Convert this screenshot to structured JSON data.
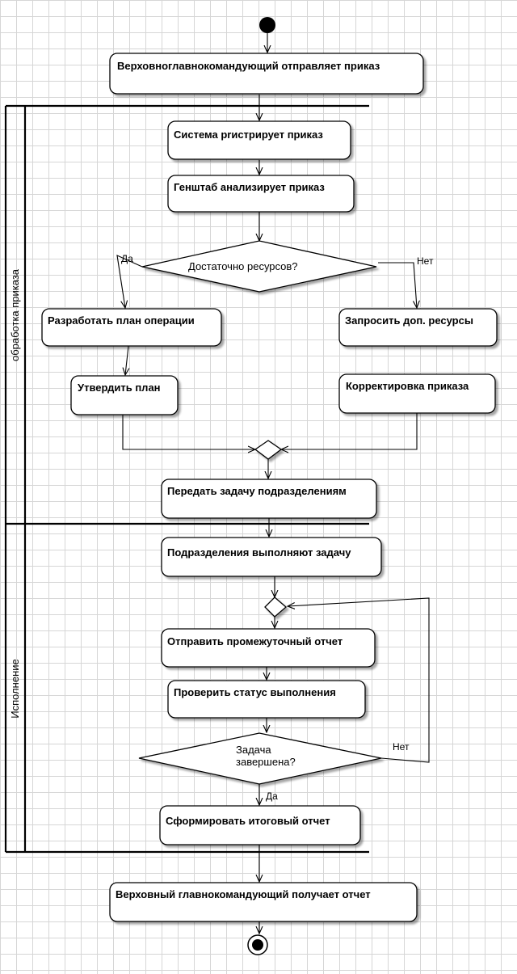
{
  "lanes": {
    "processing": "обработка приказа",
    "execution": "Исполнение"
  },
  "nodes": {
    "send_order": "Верховноглавнокомандующий отправляет приказ",
    "register_order": "Система рrистрирует приказ",
    "analyze_order": "Генштаб анализирует приказ",
    "resources_question": "Достаточно ресурсов?",
    "develop_plan": "Разработать план операции",
    "request_resources": "Запросить доп. ресурсы",
    "approve_plan": "Утвердить план",
    "correct_order": "Корректировка приказа",
    "transfer_task": "Передать задачу подразделениям",
    "units_execute": "Подразделения выполняют задачу",
    "send_interim_report": "Отправить промежуточный отчет",
    "check_status": "Проверить статус выполнения",
    "task_done_line1": "Задача",
    "task_done_line2": "завершена?",
    "final_report": "Сформировать итоговый отчет",
    "receive_report": "Верховный главнокомандующий получает отчет"
  },
  "edge_labels": {
    "yes_1": "Да",
    "no_1": "Нет",
    "no_2": "Нет",
    "yes_2": "Да"
  }
}
